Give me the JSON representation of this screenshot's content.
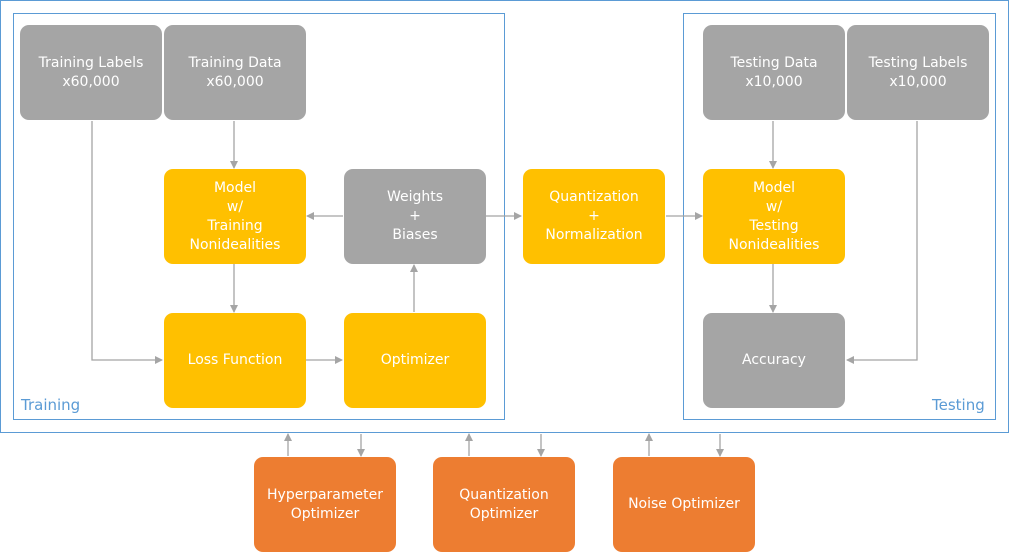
{
  "sections": {
    "training": "Training",
    "testing": "Testing"
  },
  "nodes": {
    "training_labels": "Training Labels\nx60,000",
    "training_data": "Training Data\nx60,000",
    "testing_data": "Testing Data\nx10,000",
    "testing_labels": "Testing Labels\nx10,000",
    "model_training": "Model\nw/\nTraining\nNonidealities",
    "weights_biases": "Weights\n+\nBiases",
    "quantization_normalization": "Quantization\n+\nNormalization",
    "model_testing": "Model\nw/\nTesting\nNonidealities",
    "loss_function": "Loss Function",
    "optimizer": "Optimizer",
    "accuracy": "Accuracy",
    "hyperparameter_optimizer": "Hyperparameter\nOptimizer",
    "quantization_optimizer": "Quantization\nOptimizer",
    "noise_optimizer": "Noise Optimizer"
  },
  "colors": {
    "gray": "#a5a5a5",
    "yellow": "#ffc000",
    "orange": "#ed7d31",
    "frame": "#5b9bd5",
    "arrow": "#a5a5a5"
  }
}
